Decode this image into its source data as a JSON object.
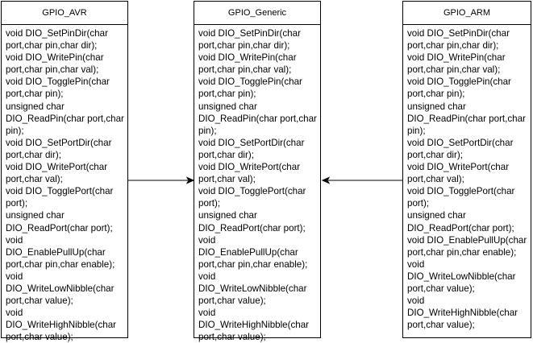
{
  "classes": [
    {
      "id": "avr",
      "title": "GPIO_AVR",
      "members": [
        "void DIO_SetPinDir(char port,char pin,char dir);",
        "void DIO_WritePin(char port,char pin,char val);",
        "void DIO_TogglePin(char port,char pin);",
        "unsigned char DIO_ReadPin(char port,char pin);",
        "void DIO_SetPortDir(char port,char dir);",
        "void DIO_WritePort(char port,char val);",
        "void DIO_TogglePort(char port);",
        "unsigned char DIO_ReadPort(char port);",
        "void DIO_EnablePullUp(char port,char pin,char enable);",
        "void DIO_WriteLowNibble(char port,char value);",
        "void DIO_WriteHighNibble(char port,char value);"
      ]
    },
    {
      "id": "generic",
      "title": "GPIO_Generic",
      "members": [
        "void DIO_SetPinDir(char port,char pin,char dir);",
        "void DIO_WritePin(char port,char pin,char val);",
        "void DIO_TogglePin(char port,char pin);",
        "unsigned char DIO_ReadPin(char port,char pin);",
        "void DIO_SetPortDir(char port,char dir);",
        "void DIO_WritePort(char port,char val);",
        "void DIO_TogglePort(char port);",
        "unsigned char DIO_ReadPort(char port);",
        "void DIO_EnablePullUp(char port,char pin,char enable);",
        "void DIO_WriteLowNibble(char port,char value);",
        "void DIO_WriteHighNibble(char port,char value);"
      ]
    },
    {
      "id": "arm",
      "title": "GPIO_ARM",
      "members": [
        "void DIO_SetPinDir(char port,char pin,char dir);",
        "void DIO_WritePin(char port,char pin,char val);",
        "void DIO_TogglePin(char port,char pin);",
        "unsigned char DIO_ReadPin(char port,char pin);",
        "void DIO_SetPortDir(char port,char dir);",
        "void DIO_WritePort(char port,char val);",
        "void DIO_TogglePort(char port);",
        "unsigned char DIO_ReadPort(char port);",
        "void DIO_EnablePullUp(char port,char pin,char enable);",
        "void DIO_WriteLowNibble(char port,char value);",
        "void DIO_WriteHighNibble(char port,char value);"
      ]
    }
  ],
  "connections": [
    {
      "from": "GPIO_AVR",
      "to": "GPIO_Generic"
    },
    {
      "from": "GPIO_ARM",
      "to": "GPIO_Generic"
    }
  ],
  "colors": {
    "line": "#000000",
    "background": "#ffffff"
  }
}
